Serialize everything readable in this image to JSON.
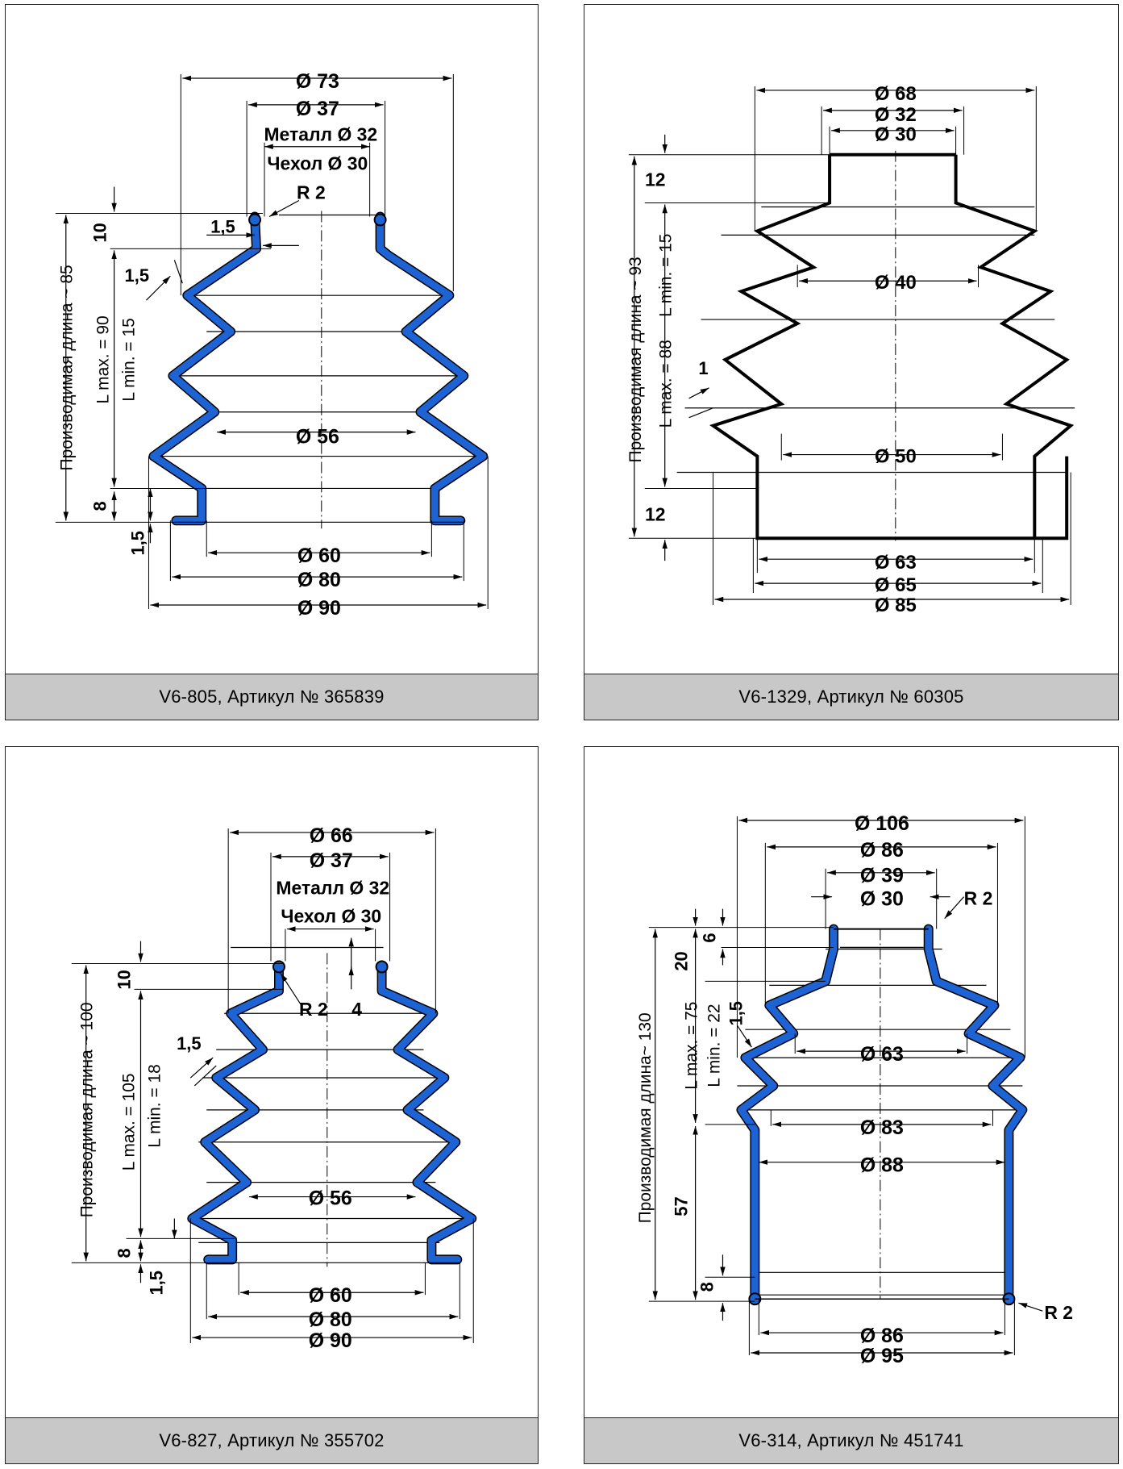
{
  "panels": [
    {
      "caption": "V6-805, Артикул № 365839",
      "labels": {
        "d1": "Ø 73",
        "d2": "Ø 37",
        "metal": "Металл Ø 32",
        "cover": "Чехол Ø 30",
        "r": "R 2",
        "d_mid": "Ø 56",
        "d_b1": "Ø 60",
        "d_b2": "Ø 80",
        "d_b3": "Ø 90",
        "h_top": "10",
        "h_bot": "8",
        "t1": "1,5",
        "t2": "1,5",
        "t3": "1,5",
        "prod_len": "Производимая длина ~ 85",
        "lmax": "L max. = 90",
        "lmin": "L min. = 15"
      }
    },
    {
      "caption": "V6-1329, Артикул № 60305",
      "labels": {
        "d1": "Ø 68",
        "d2": "Ø 32",
        "d3": "Ø 30",
        "d_40": "Ø 40",
        "d_50": "Ø 50",
        "d_b1": "Ø 63",
        "d_b2": "Ø 65",
        "d_b3": "Ø 85",
        "h_top": "12",
        "h_bot": "12",
        "t": "1",
        "prod_len": "Производимая длина ~ 93",
        "lmax": "L max. = 88",
        "lmin": "L min. = 15"
      }
    },
    {
      "caption": "V6-827, Артикул № 355702",
      "labels": {
        "d1": "Ø 66",
        "d2": "Ø 37",
        "metal": "Металл Ø 32",
        "cover": "Чехол Ø 30",
        "r": "R 2",
        "four": "4",
        "d_mid": "Ø 56",
        "d_b1": "Ø 60",
        "d_b2": "Ø 80",
        "d_b3": "Ø 90",
        "h_top": "10",
        "h_bot": "8",
        "t1": "1,5",
        "t2": "1,5",
        "prod_len": "Производимая длина ~ 100",
        "lmax": "L max. = 105",
        "lmin": "L min. = 18"
      }
    },
    {
      "caption": "V6-314, Артикул № 451741",
      "labels": {
        "d1": "Ø 106",
        "d2": "Ø 86",
        "d3": "Ø 39",
        "d4": "Ø 30",
        "r_top": "R 2",
        "r_bot": "R 2",
        "d_63": "Ø 63",
        "d_83": "Ø 83",
        "d_88": "Ø 88",
        "d_86b": "Ø 86",
        "d_95": "Ø 95",
        "h20": "20",
        "h6": "6",
        "h57": "57",
        "h8": "8",
        "t": "1,5",
        "prod_len": "Производимая длина~ 130",
        "lmax": "L max. = 75",
        "lmin": "L min. = 22"
      }
    }
  ]
}
